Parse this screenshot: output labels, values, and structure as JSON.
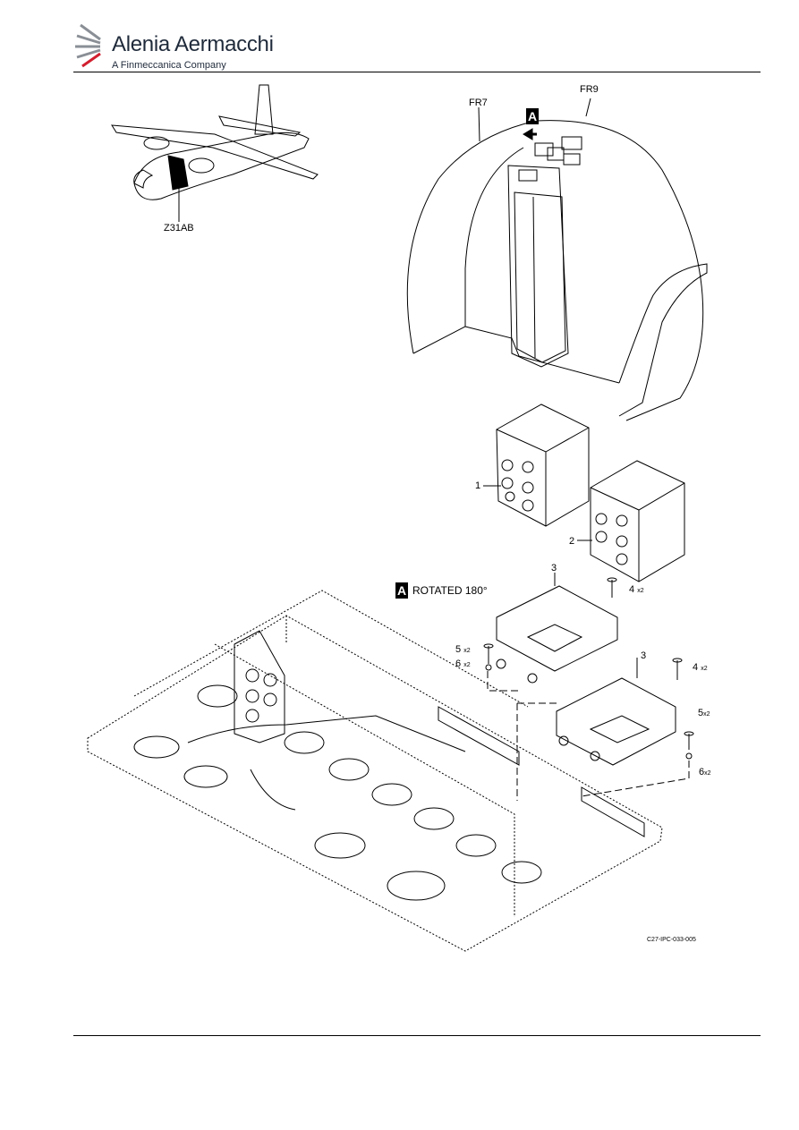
{
  "header": {
    "brand_name": "Alenia Aermacchi",
    "brand_sub": "A Finmeccanica Company"
  },
  "labels": {
    "zone": "Z31AB",
    "fr7": "FR7",
    "fr9": "FR9",
    "view_a": "A",
    "rotated": "ROTATED 180°",
    "item1": "1",
    "item2": "2",
    "item3a": "3",
    "item3b": "3",
    "item4a": "4",
    "item4b": "4",
    "item5a": "5",
    "item5b": "5",
    "item6a": "6",
    "item6b": "6",
    "qty": "x2"
  },
  "figure_ref": "C27-IPC-033-005"
}
